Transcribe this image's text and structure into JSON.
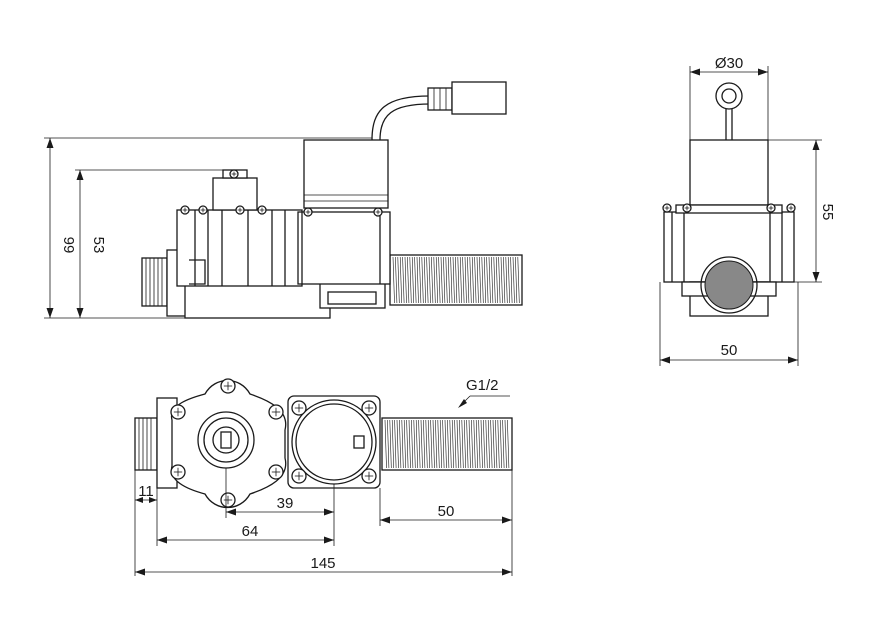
{
  "dimensions": {
    "side_overall_height": "99",
    "side_body_height": "53",
    "end_coil_diameter": "Ø30",
    "end_height": "55",
    "end_width": "50",
    "thread_spec": "G1/2",
    "top_inlet_offset": "11",
    "top_center_distance": "39",
    "top_inlet_to_coil": "64",
    "top_outlet_length": "50",
    "top_overall_length": "145"
  },
  "colors": {
    "line": "#1a1a1a",
    "background": "#ffffff"
  }
}
